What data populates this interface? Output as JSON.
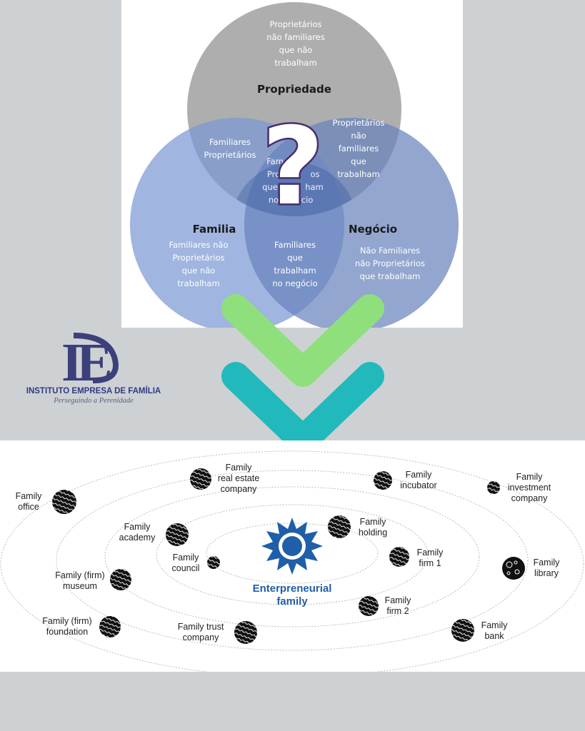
{
  "venn": {
    "top": {
      "title": "Propriedade",
      "lines": [
        "Proprietários",
        "não familiares",
        "que não",
        "trabalham"
      ]
    },
    "left": {
      "title": "Familia",
      "lines": [
        "Familiares não",
        "Proprietários",
        "que não",
        "trabalham"
      ]
    },
    "right": {
      "title": "Negócio",
      "lines": [
        "Não Familiares",
        "não Proprietários",
        "que  trabalham"
      ]
    },
    "top_left": [
      "Familiares",
      "Proprietários"
    ],
    "top_right": [
      "Proprietários",
      "não",
      "familiares",
      "que",
      "trabalham"
    ],
    "bottom": [
      "Familiares",
      "que",
      "trabalham",
      "no negócio"
    ],
    "center_hidden": [
      "Fam",
      "Pro",
      "que",
      "no"
    ],
    "center_hidden_right": [
      "os",
      "ham",
      "cio"
    ],
    "question_mark": "?",
    "colors": {
      "top": "#9a9a9a",
      "left": "#7b96cf",
      "right": "#6e86bb",
      "overlay": "#3a5ea8"
    }
  },
  "logo": {
    "letters": [
      "I",
      "E"
    ],
    "name": "INSTITUTO EMPRESA DE FAMÍLIA",
    "tagline": "Perseguindo a Perenidade",
    "color": "#3b3f7a"
  },
  "arrows": {
    "upper_color": "#8fe07d",
    "lower_color": "#21b9bb"
  },
  "solar": {
    "center_line1": "Enterpreneurial",
    "center_line2": "family",
    "sun_color": "#1f5ea8",
    "planets": [
      {
        "id": "family-office",
        "label": [
          "Family",
          "office"
        ]
      },
      {
        "id": "real-estate",
        "label": [
          "Family",
          "real estate",
          "company"
        ]
      },
      {
        "id": "incubator",
        "label": [
          "Family",
          "incubator"
        ]
      },
      {
        "id": "investment",
        "label": [
          "Family",
          "investment",
          "company"
        ]
      },
      {
        "id": "academy",
        "label": [
          "Family",
          "academy"
        ]
      },
      {
        "id": "holding",
        "label": [
          "Family",
          "holding"
        ]
      },
      {
        "id": "council",
        "label": [
          "Family",
          "council"
        ]
      },
      {
        "id": "firm1",
        "label": [
          "Family",
          "firm 1"
        ]
      },
      {
        "id": "library",
        "label": [
          "Family",
          "library"
        ]
      },
      {
        "id": "museum",
        "label": [
          "Family (firm)",
          "museum"
        ]
      },
      {
        "id": "firm2",
        "label": [
          "Family",
          "firm 2"
        ]
      },
      {
        "id": "foundation",
        "label": [
          "Family (firm)",
          "foundation"
        ]
      },
      {
        "id": "trust",
        "label": [
          "Family trust",
          "company"
        ]
      },
      {
        "id": "bank",
        "label": [
          "Family",
          "bank"
        ]
      }
    ]
  }
}
